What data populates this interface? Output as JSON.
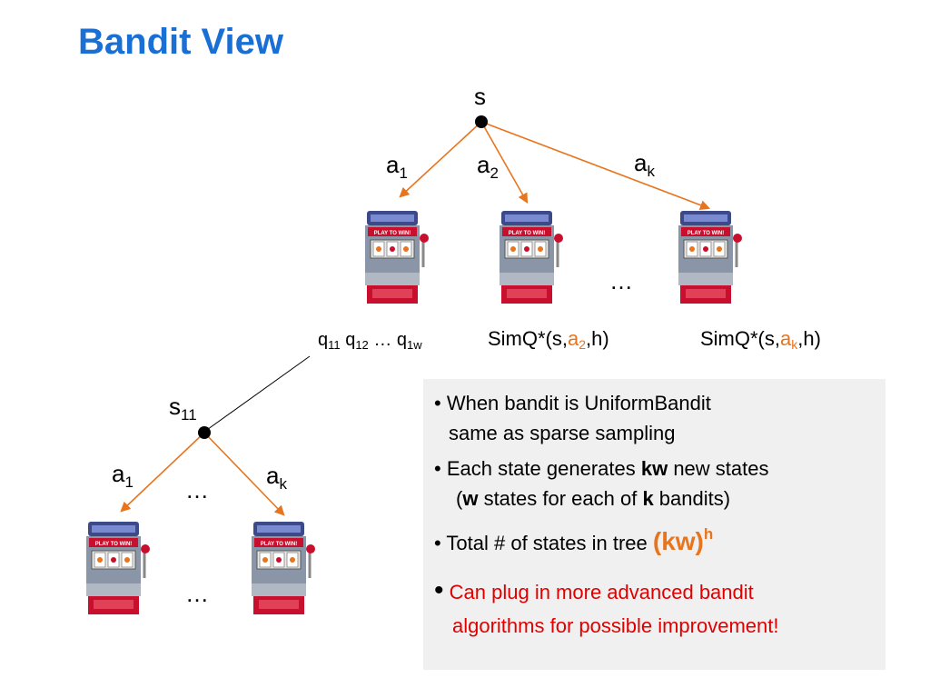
{
  "title": "Bandit View",
  "tree": {
    "root_label": "s",
    "action_a1": {
      "base": "a",
      "sub": "1"
    },
    "action_a2": {
      "base": "a",
      "sub": "2"
    },
    "action_ak": {
      "base": "a",
      "sub": "k"
    },
    "ellipsis": "…",
    "q_labels": {
      "q11": {
        "base": "q",
        "sub": "11"
      },
      "q12": {
        "base": "q",
        "sub": "12"
      },
      "dots": "…",
      "q1w": {
        "base": "q",
        "sub": "1w"
      }
    },
    "simq_a2": {
      "prefix": "SimQ*(s,",
      "a": "a",
      "sub": "2",
      "suffix": ",h)"
    },
    "simq_ak": {
      "prefix": "SimQ*(s,",
      "a": "a",
      "sub": "k",
      "suffix": ",h)"
    },
    "sub_root": {
      "base": "s",
      "sub": "11"
    },
    "sub_a1": {
      "base": "a",
      "sub": "1"
    },
    "sub_ak": {
      "base": "a",
      "sub": "k"
    },
    "sub_ellipsis_top": "…",
    "sub_ellipsis_bottom": "…"
  },
  "slot_machine": {
    "banner": "PLAY TO WIN!"
  },
  "info": {
    "b1_line1": "• When bandit is UniformBandit",
    "b1_line2": "same as sparse sampling",
    "b2_pre": "• Each state generates ",
    "b2_bold": "kw",
    "b2_post": " new states",
    "b2_l2_pre": "(",
    "b2_l2_bold1": "w",
    "b2_l2_mid": " states for each of ",
    "b2_l2_bold2": "k",
    "b2_l2_post": " bandits)",
    "b3_pre": "• Total # of states in tree ",
    "b3_big": "(kw)",
    "b3_sup": "h",
    "b4_dot": "•",
    "b4_line1": "Can plug in more advanced bandit",
    "b4_line2": "algorithms for possible improvement!"
  },
  "colors": {
    "title": "#1a6fd4",
    "arrow": "#e8741e",
    "highlight": "#e8741e",
    "alert": "#e00000",
    "box": "#f0f0f0"
  }
}
